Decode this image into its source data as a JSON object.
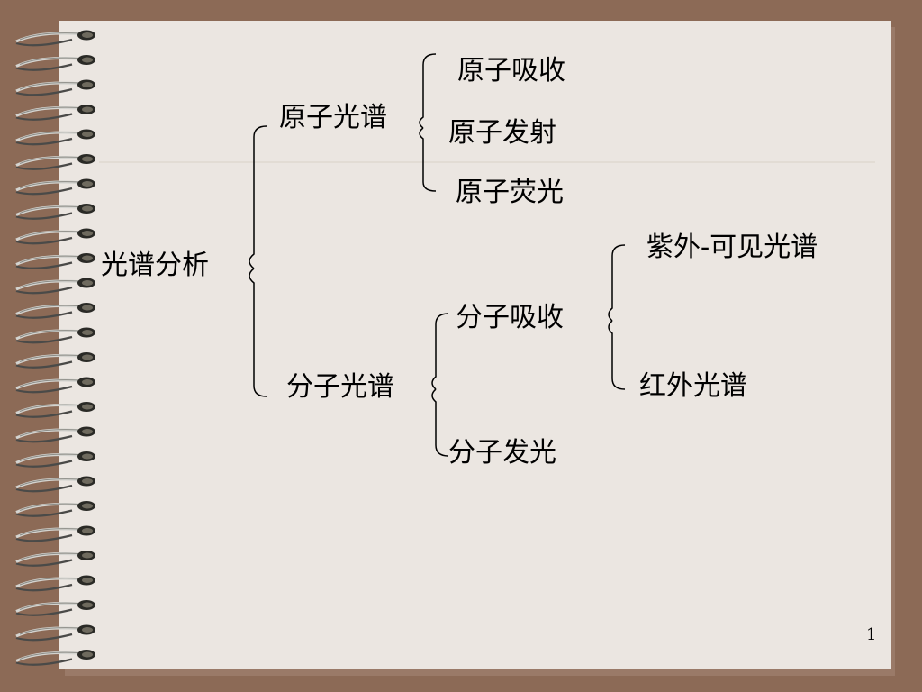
{
  "colors": {
    "background": "#8c6a56",
    "paper": "#ebe6e1",
    "paper_shadow": "#9a7a68",
    "rule_line": "#d8d3c8",
    "text": "#000000"
  },
  "icons": [
    "spiral-binding-icon"
  ],
  "tree": {
    "root": "光谱分析",
    "atomic": {
      "label": "原子光谱",
      "children": [
        "原子吸收",
        "原子发射",
        "原子荧光"
      ]
    },
    "molecular": {
      "label": "分子光谱",
      "absorption": {
        "label": "分子吸收",
        "children": [
          "紫外-可见光谱",
          "红外光谱"
        ]
      },
      "emission": "分子发光"
    }
  },
  "page_number": "1"
}
